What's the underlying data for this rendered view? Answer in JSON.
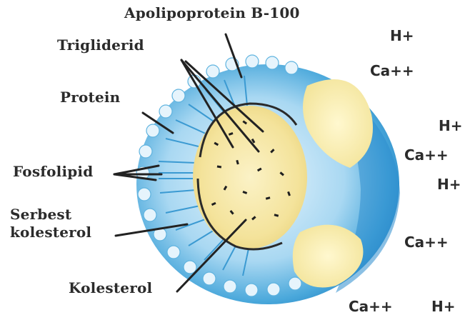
{
  "labels": {
    "apolipoprotein": "Apolipoprotein B-100",
    "trigliderid": "Trigliderid",
    "protein": "Protein",
    "fosfolipid": "Fosfolipid",
    "serbest_kolesterol": "Serbest\nkolesterol",
    "kolesterol": "Kolesterol"
  },
  "ions": {
    "h_1": "H+",
    "ca_1": "Ca++",
    "h_2": "H+",
    "ca_2": "Ca++",
    "h_3": "H+",
    "ca_3": "Ca++",
    "ca_4": "Ca++",
    "h_4": "H+"
  },
  "colors": {
    "shell_blue": "#4aa8db",
    "shell_light": "#cfe9f7",
    "core_yellow": "#f6e7a8",
    "core_outline": "#2a2a2a",
    "plaque_yellow": "#fbf0b8",
    "text": "#2b2b2b"
  }
}
